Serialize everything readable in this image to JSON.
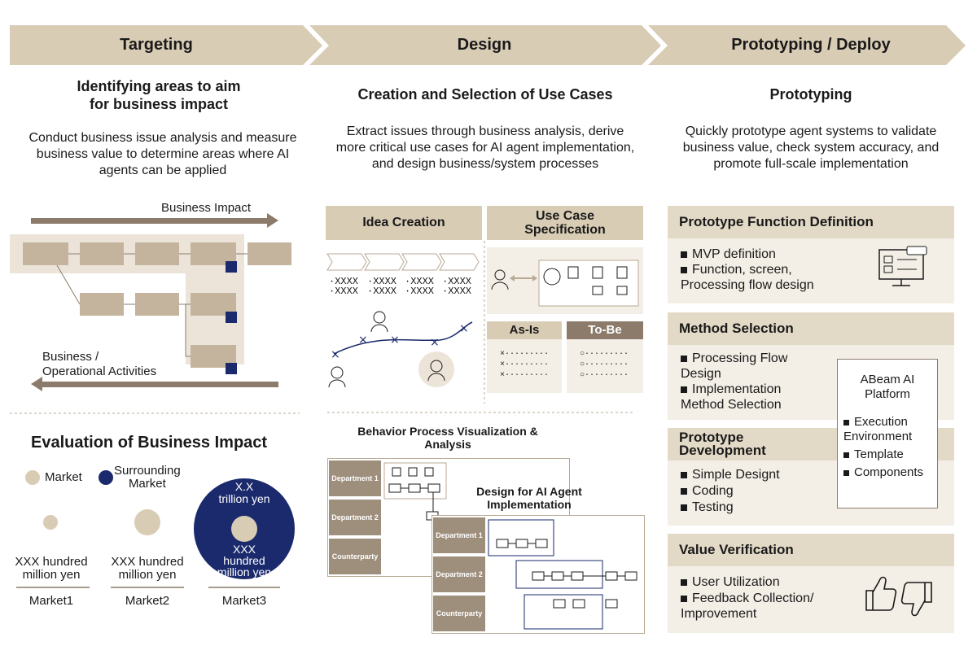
{
  "stages": [
    {
      "label": "Targeting"
    },
    {
      "label": "Design"
    },
    {
      "label": "Prototyping / Deploy"
    }
  ],
  "targeting": {
    "heading": "Identifying areas to aim\nfor business impact",
    "description": "Conduct business issue analysis and measure business value to determine areas where AI agents can be applied",
    "business_impact_label": "Business Impact",
    "activities_label": "Business /\nOperational Activities",
    "evaluation": {
      "title": "Evaluation of Business Impact",
      "legend_market": "Market",
      "legend_surrounding": "Surrounding\nMarket",
      "markets": [
        {
          "value": "XXX hundred\nmillion yen",
          "name": "Market1"
        },
        {
          "value": "XXX hundred\nmillion yen",
          "name": "Market2"
        },
        {
          "value": "XXX\nhundred\nmillion yen",
          "name": "Market3",
          "surrounding": "X.X\ntrillion yen"
        }
      ]
    }
  },
  "design": {
    "heading": "Creation and Selection of Use Cases",
    "description": "Extract issues through business analysis, derive more critical use cases for AI agent implementation, and design business/system processes",
    "idea_creation": "Idea Creation",
    "use_case_spec": "Use Case\nSpecification",
    "placeholder": "·XXXX",
    "as_is": "As-Is",
    "to_be": "To-Be",
    "as_is_mark": "×·········",
    "to_be_mark": "○·········",
    "behavior_title": "Behavior Process Visualization &\nAnalysis",
    "ai_design_title": "Design for AI Agent\nImplementation",
    "departments": [
      "Department 1",
      "Department 2",
      "Counterparty"
    ]
  },
  "prototyping": {
    "heading": "Prototyping",
    "description": "Quickly prototype agent systems to validate business value, check system accuracy, and promote full-scale implementation",
    "function_definition": {
      "title": "Prototype Function Definition",
      "items": [
        "MVP definition",
        "Function, screen,\nProcessing flow design"
      ]
    },
    "method_selection": {
      "title": "Method Selection",
      "items": [
        "Processing Flow\nDesign",
        "Implementation\nMethod Selection"
      ]
    },
    "development": {
      "title": "Prototype\nDevelopment",
      "items": [
        "Simple Designt",
        "Coding",
        "Testing"
      ]
    },
    "platform": {
      "title": "ABeam AI\nPlatform",
      "items": [
        "Execution\nEnvironment",
        "Template",
        "Components"
      ]
    },
    "value_verification": {
      "title": "Value Verification",
      "items": [
        "User Utilization",
        "Feedback Collection/\nImprovement"
      ]
    }
  },
  "colors": {
    "tan": "#d9ccb5",
    "navy": "#1a2a6c",
    "brown": "#8c7b6a"
  }
}
